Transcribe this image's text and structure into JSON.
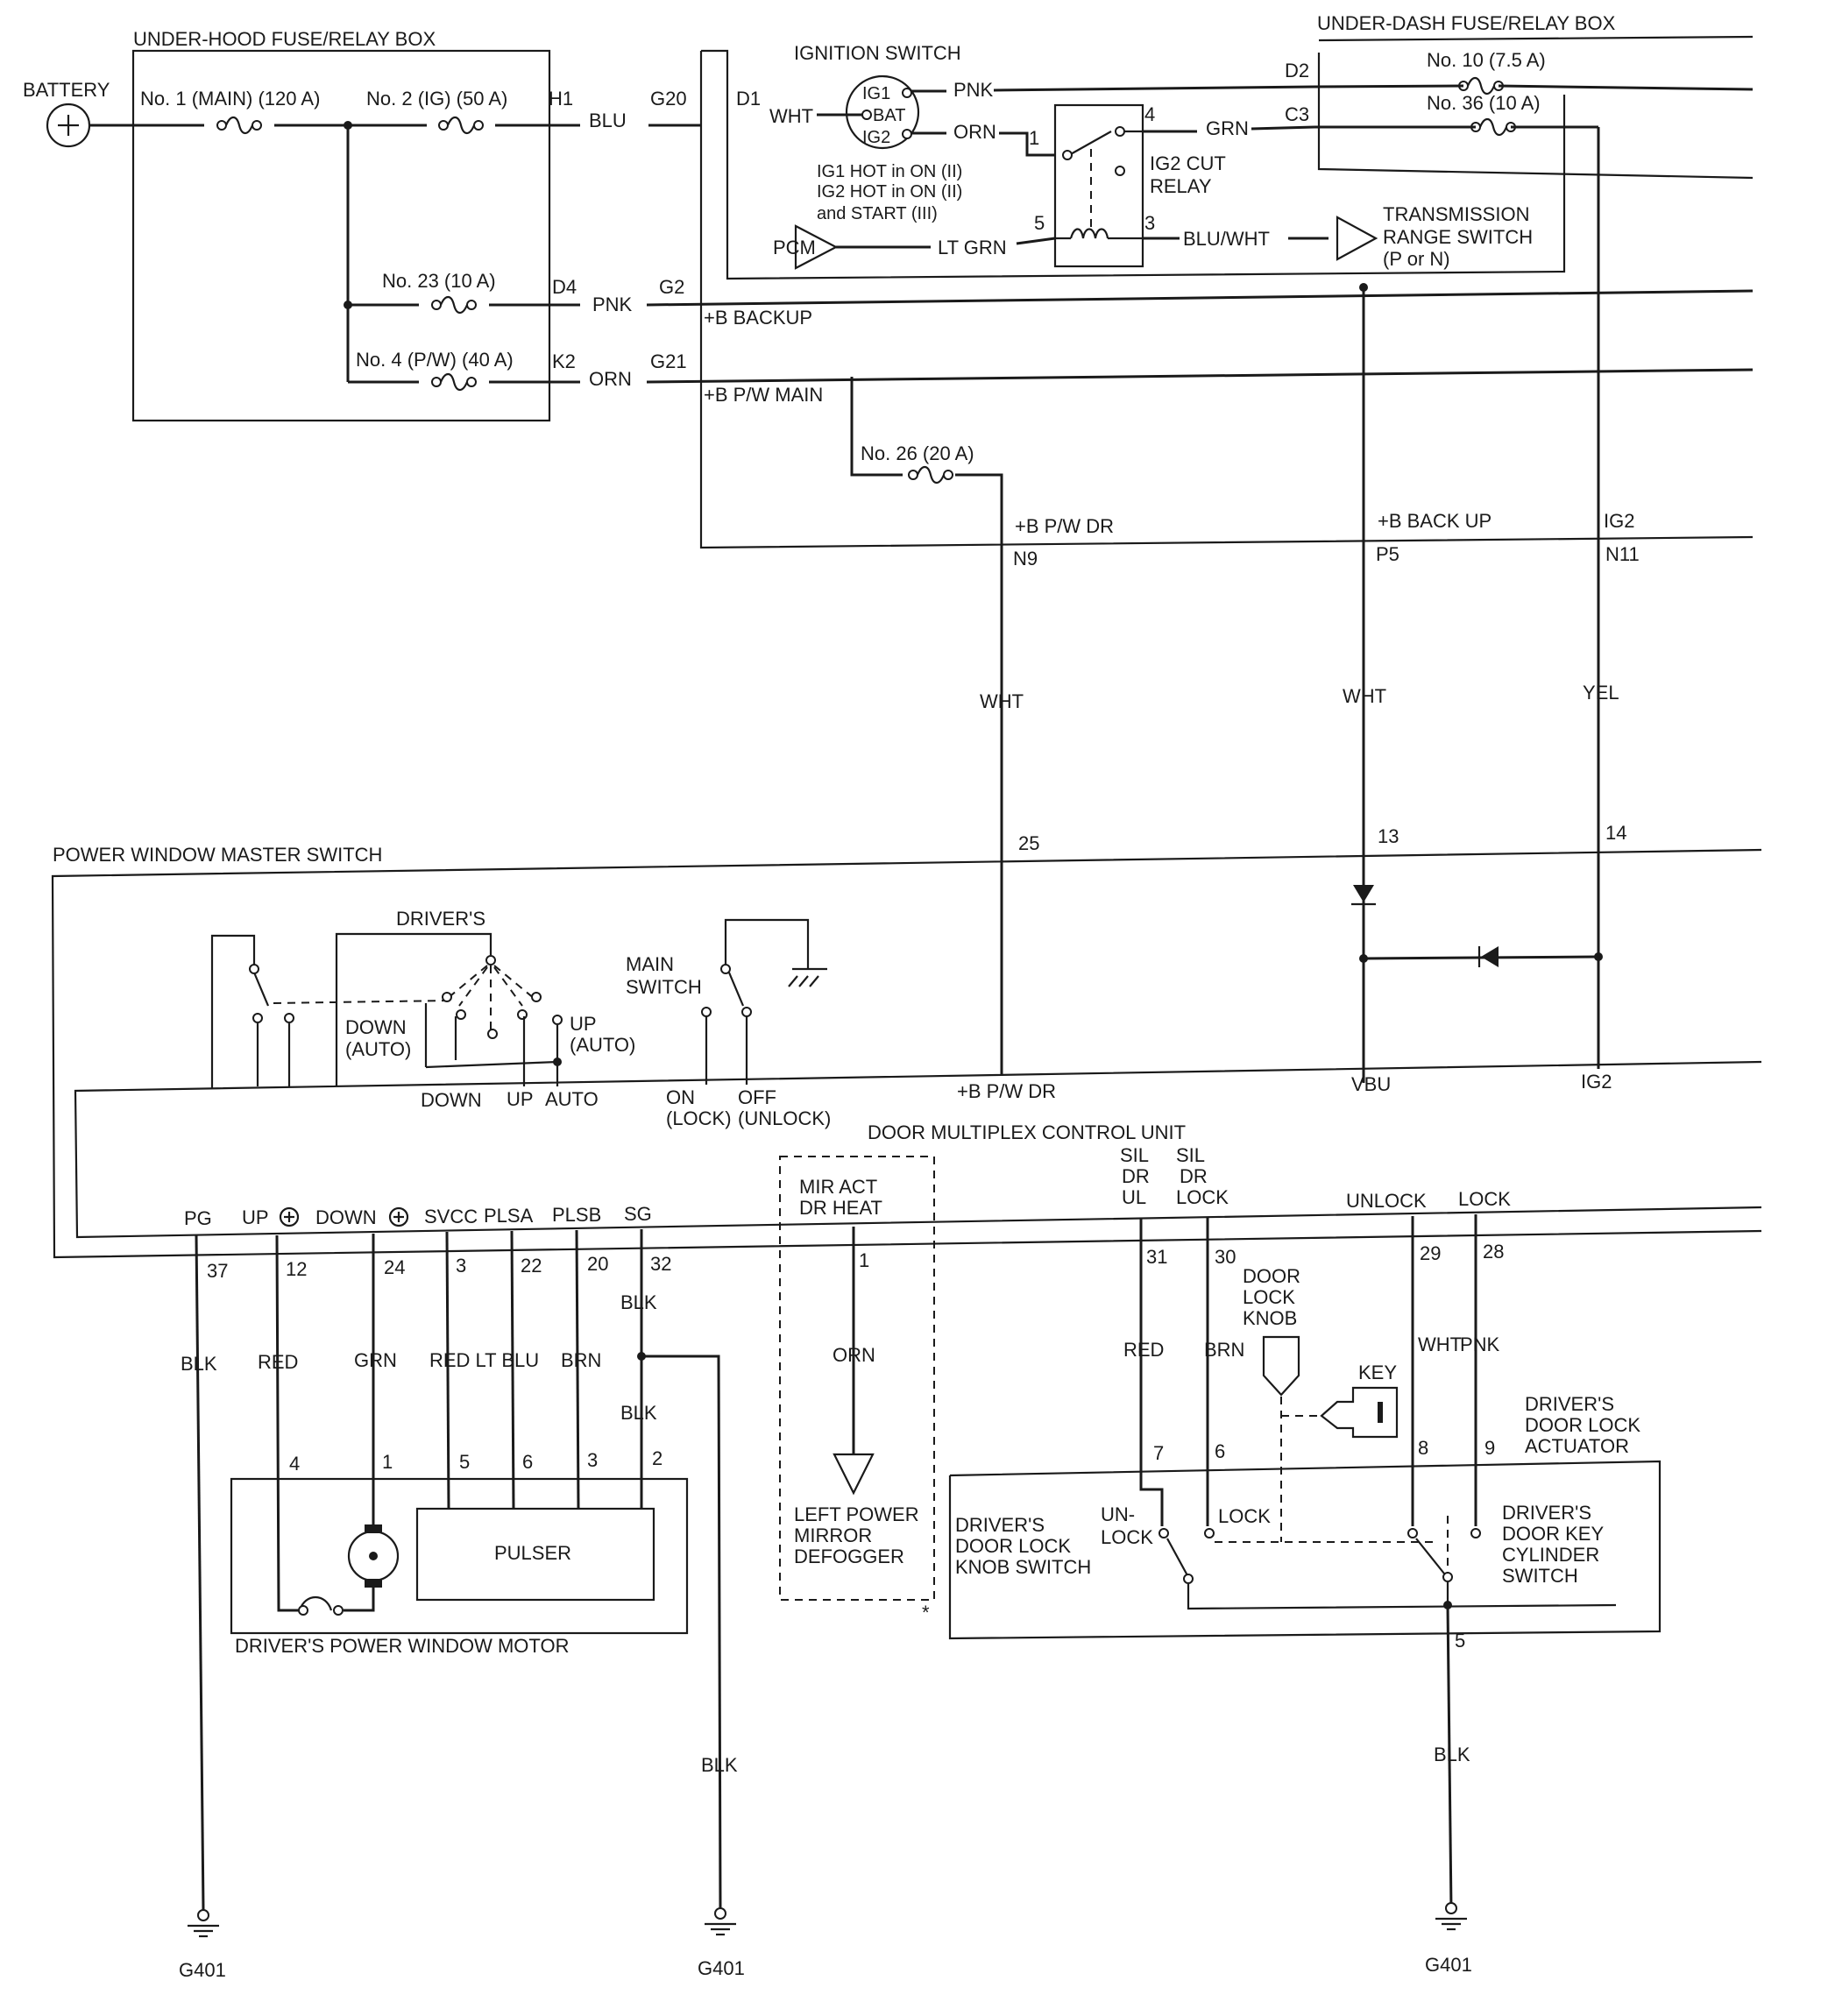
{
  "components": {
    "underhood_box": "UNDER-HOOD FUSE/RELAY BOX",
    "underdash_box": "UNDER-DASH FUSE/RELAY BOX",
    "battery": "BATTERY",
    "ignition_switch": "IGNITION SWITCH",
    "ig_relay": [
      "IG2 CUT",
      "RELAY"
    ],
    "pcm": "PCM",
    "trans_switch": [
      "TRANSMISSION",
      "RANGE SWITCH",
      "(P or N)"
    ],
    "master_switch": "POWER WINDOW MASTER SWITCH",
    "drivers": "DRIVER'S",
    "main_switch": [
      "MAIN",
      "SWITCH"
    ],
    "multiplex": "DOOR MULTIPLEX CONTROL UNIT",
    "pulser": "PULSER",
    "motor": "DRIVER'S POWER WINDOW MOTOR",
    "mirror": [
      "LEFT POWER",
      "MIRROR",
      "DEFOGGER"
    ],
    "mir_act": [
      "MIR ACT",
      "DR HEAT"
    ],
    "knob_switch": [
      "DRIVER'S",
      "DOOR LOCK",
      "KNOB SWITCH"
    ],
    "actuator": [
      "DRIVER'S",
      "DOOR LOCK",
      "ACTUATOR"
    ],
    "cylinder": [
      "DRIVER'S",
      "DOOR KEY",
      "CYLINDER",
      "SWITCH"
    ],
    "door_lock_knob": [
      "DOOR",
      "LOCK",
      "KNOB"
    ],
    "key": "KEY"
  },
  "ignition": {
    "ig1": "IG1",
    "bat": "BAT",
    "ig2": "IG2",
    "notes": [
      "IG1 HOT in ON (II)",
      "IG2 HOT in ON (II)",
      "and START (III)"
    ]
  },
  "fuses": {
    "f1": "No. 1 (MAIN) (120 A)",
    "f2": "No. 2 (IG) (50 A)",
    "f23": "No. 23 (10 A)",
    "f4": "No. 4 (P/W) (40 A)",
    "f10": "No. 10 (7.5 A)",
    "f36": "No. 36 (10 A)",
    "f26": "No. 26 (20 A)"
  },
  "connectors": {
    "H1": "H1",
    "D4": "D4",
    "K2": "K2",
    "G20": "G20",
    "G2": "G2",
    "G21": "G21",
    "D1": "D1",
    "D2": "D2",
    "C3": "C3",
    "N9": "N9",
    "P5": "P5",
    "N11": "N11"
  },
  "wires": {
    "blu": "BLU",
    "pnk": "PNK",
    "orn": "ORN",
    "wht": "WHT",
    "grn": "GRN",
    "lt_grn": "LT GRN",
    "blu_wht": "BLU/WHT",
    "yel": "YEL",
    "blk": "BLK",
    "red": "RED",
    "red_lt_blu": "RED LT BLU",
    "brn": "BRN"
  },
  "bus": {
    "backup": "+B BACKUP",
    "pw_main": "+B P/W MAIN",
    "pw_dr": "+B P/W DR",
    "back_up": "+B BACK UP",
    "ig2": "IG2"
  },
  "terminals": {
    "relay": [
      "1",
      "4",
      "5",
      "3"
    ],
    "master_top": [
      "25",
      "13",
      "14"
    ],
    "master_bottom": [
      "37",
      "12",
      "24",
      "3",
      "22",
      "20",
      "32"
    ],
    "motor_pins": [
      "4",
      "1",
      "5",
      "6",
      "3",
      "2"
    ],
    "mirror_pin": "1",
    "lock_pins": [
      "31",
      "30",
      "29",
      "28"
    ],
    "switch_pins": [
      "7",
      "6",
      "8",
      "9"
    ],
    "ground_pin": "5"
  },
  "switch_labels": {
    "down_auto": [
      "DOWN",
      "(AUTO)"
    ],
    "up_auto": [
      "UP",
      "(AUTO)"
    ],
    "down": "DOWN",
    "up": "UP",
    "auto": "AUTO",
    "on_lock": [
      "ON",
      "(LOCK)"
    ],
    "off_unlock": [
      "OFF",
      "(UNLOCK)"
    ],
    "pw_dr": "+B P/W DR",
    "vbu": "VBU",
    "ig2": "IG2"
  },
  "pins": {
    "pg": "PG",
    "up": "UP",
    "down": "DOWN",
    "svcc": "SVCC",
    "plsa": "PLSA",
    "plsb": "PLSB",
    "sg": "SG",
    "sil_dr_ul": [
      "SIL",
      "DR",
      "UL"
    ],
    "sil_dr_lock": [
      "SIL",
      "DR",
      "LOCK"
    ],
    "unlock": "UNLOCK",
    "lock": "LOCK"
  },
  "switch_contacts": {
    "unlock": [
      "UN-",
      "LOCK"
    ],
    "lock": "LOCK"
  },
  "grounds": [
    "G401",
    "G401",
    "G401"
  ],
  "asterisk": "*"
}
